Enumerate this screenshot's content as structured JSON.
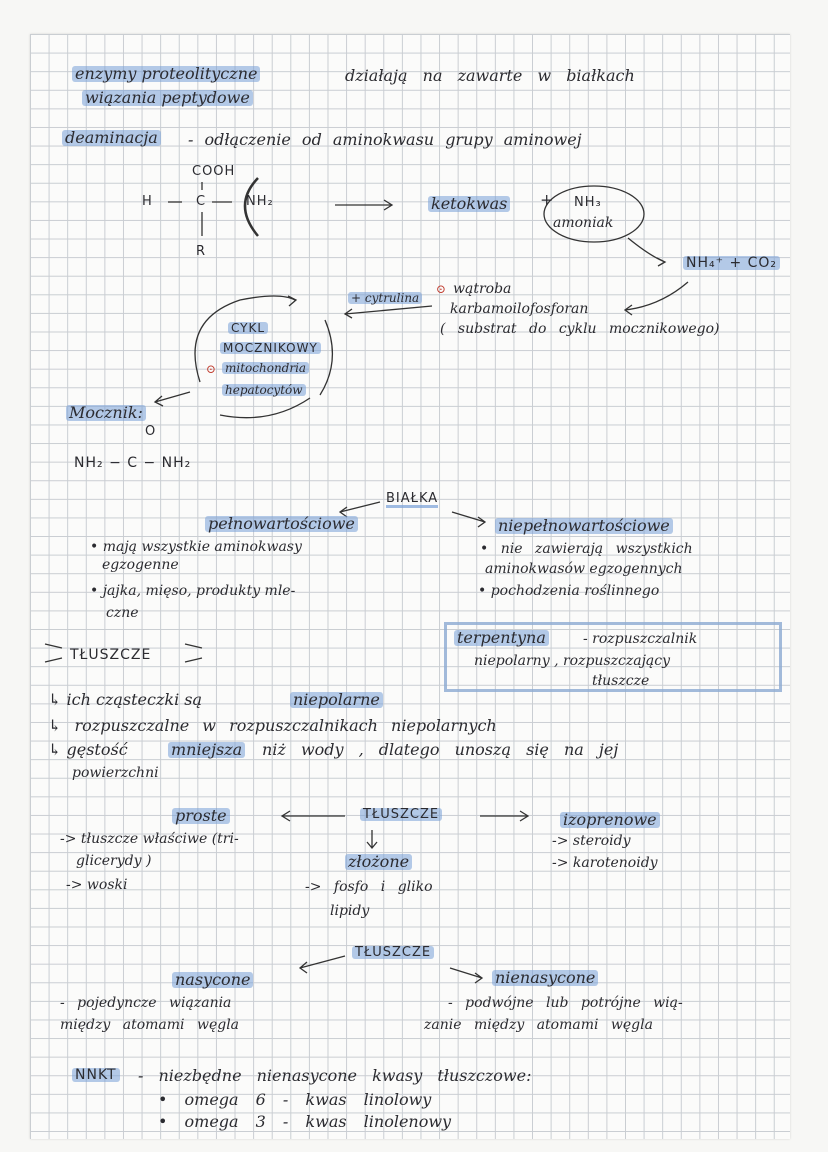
{
  "enzymes": {
    "term": "enzymy proteolityczne",
    "term2": "wiązania peptydowe",
    "text": "działają na zawarte w białkach"
  },
  "deamination": {
    "term": "deaminacja",
    "definition": "- odłączenie od aminokwasu grupy aminowej",
    "cooh": "COOH",
    "h": "H",
    "c": "C",
    "nh2": "NH₂",
    "r": "R",
    "ketoacid": "ketokwas",
    "plus": "+",
    "nh3": "NH₃",
    "ammonia": "amoniak",
    "nh4": "NH₄⁺ + CO₂",
    "citrulline": "+ cytrulina",
    "liver": "wątroba",
    "carbamoyl": "karbamoilofosforan",
    "substrate": "( substrat do cyklu mocznikowego)",
    "cycle1": "CYKL",
    "cycle2": "MOCZNIKOWY",
    "mito": "mitochondria",
    "hepato": "hepatocytów",
    "urea": "Mocznik:",
    "urea_o": "O",
    "urea_formula": "NH₂ − C − NH₂"
  },
  "proteins": {
    "title": "BIAŁKA",
    "complete": "pełnowartościowe",
    "complete_items": [
      "• mają wszystkie aminokwasy",
      "egzogenne",
      "• jajka, mięso, produkty mle-",
      "czne"
    ],
    "incomplete": "niepełnowartościowe",
    "incomplete_items": [
      "• nie zawierają wszystkich",
      "aminokwasów egzogennych",
      "• pochodzenia roślinnego"
    ]
  },
  "fats": {
    "title": "TŁUSZCZE",
    "turp1": "terpentyna",
    "turp2": "- rozpuszczalnik",
    "turp3": "niepolarny , rozpuszczający",
    "turp4": "tłuszcze",
    "l1a": "↳ ich cząsteczki są",
    "l1b": "niepolarne",
    "l2a": "↳ rozpuszczalne w rozpuszczalnikach niepolarnych",
    "l3a": "↳ gęstość",
    "l3b": "mniejsza",
    "l3c": "niż wody , dlatego unoszą się na jej",
    "l3d": "powierzchni"
  },
  "fats_types": {
    "center": "TŁUSZCZE",
    "simple": "proste",
    "simple_items": [
      "-> tłuszcze właściwe (tri-",
      "glicerydy )",
      "-> woski"
    ],
    "complex": "złożone",
    "complex_items": [
      "-> fosfo i gliko",
      "lipidy"
    ],
    "isoprene": "izoprenowe",
    "isoprene_items": [
      "-> steroidy",
      "-> karotenoidy"
    ]
  },
  "saturation": {
    "center": "TŁUSZCZE",
    "saturated": "nasycone",
    "saturated_items": [
      "- pojedyncze wiązania",
      "między atomami węgla"
    ],
    "unsaturated": "nienasycone",
    "unsaturated_items": [
      "- podwójne lub potrójne wią-",
      "zanie między atomami węgla"
    ]
  },
  "nnkt": {
    "term": "NNKT",
    "text": "- niezbędne nienasycone kwasy tłuszczowe:",
    "items": [
      "• omega 6 - kwas linolowy",
      "• omega 3 - kwas linolenowy"
    ]
  },
  "icons": {
    "pin": "pin-icon",
    "arrow": "arrow-icon"
  }
}
